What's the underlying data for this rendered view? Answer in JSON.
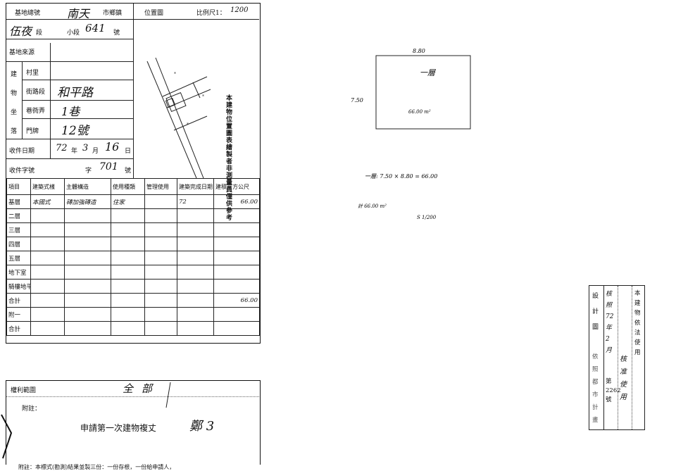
{
  "form": {
    "label_lot_no": "基地總號",
    "val_district": "南天",
    "label_township": "市鄉鎮",
    "label_location_map": "位置圖",
    "label_scale": "比例尺1：",
    "val_scale": "1200",
    "val_section": "伍夜",
    "label_section": "段",
    "label_subsection": "小段",
    "val_number": "641",
    "label_number": "號",
    "label_source": "基地來源",
    "label_building_location": "建物坐落",
    "label_village": "村里",
    "label_road": "街路段",
    "val_road": "和平路",
    "label_lane": "巷衖弄",
    "val_lane": "1巷",
    "label_door": "門牌",
    "val_door": "12號",
    "label_receive_date": "收件日期",
    "val_receive_year": "72",
    "label_year": "年",
    "val_receive_month": "3",
    "label_month": "月",
    "val_receive_day": "16",
    "label_day": "日",
    "label_receive_no": "收件字號",
    "label_zi": "字",
    "val_receive_no": "701",
    "label_hao": "號",
    "map_note": "本建物位置圖表繪製者非測量員僅供參考",
    "table": {
      "headers": [
        "項目",
        "建築式樣",
        "主體構造",
        "使用種類",
        "管理使用",
        "建築完成日期",
        "建積平方公尺"
      ],
      "rows": [
        [
          "基層",
          "本國式",
          "磚加強磚造",
          "住家",
          "",
          "72",
          "66.00"
        ],
        [
          "二層",
          "",
          "",
          "",
          "",
          "",
          ""
        ],
        [
          "三層",
          "",
          "",
          "",
          "",
          "",
          ""
        ],
        [
          "四層",
          "",
          "",
          "",
          "",
          "",
          ""
        ],
        [
          "五層",
          "",
          "",
          "",
          "",
          "",
          ""
        ],
        [
          "地下室",
          "",
          "",
          "",
          "",
          "",
          ""
        ],
        [
          "騎樓地平面",
          "",
          "",
          "",
          "",
          "",
          ""
        ],
        [
          "合計",
          "",
          "",
          "",
          "",
          "",
          "66.00"
        ],
        [
          "附一",
          "",
          "",
          "",
          "",
          "",
          ""
        ],
        [
          "合計",
          "",
          "",
          "",
          "",
          "",
          ""
        ]
      ]
    }
  },
  "rights": {
    "label_scope": "權利範圍",
    "val_scope": "全部",
    "label_note": "附註：",
    "val_note": "申請第一次建物複丈",
    "val_seal": "鄭 3"
  },
  "footer_text": "附註：本標式(勘測)結果並製三份：一份存根，一份給申請人，",
  "sketch": {
    "width_label": "8.80",
    "height_label": "7.50",
    "floor_label": "一層",
    "area_label": "66.00 m²",
    "calc_line": "一層: 7.50 × 8.80 = 66.00",
    "total_line": "計 66.00 m²",
    "scale_line": "S 1/200"
  },
  "stamp": {
    "col1": "設計圖",
    "col2": "核照72年2月",
    "col3": "本建物依法使用",
    "col4": "依照都市計畫",
    "col5": "核准使用",
    "col6": "第2262號"
  }
}
